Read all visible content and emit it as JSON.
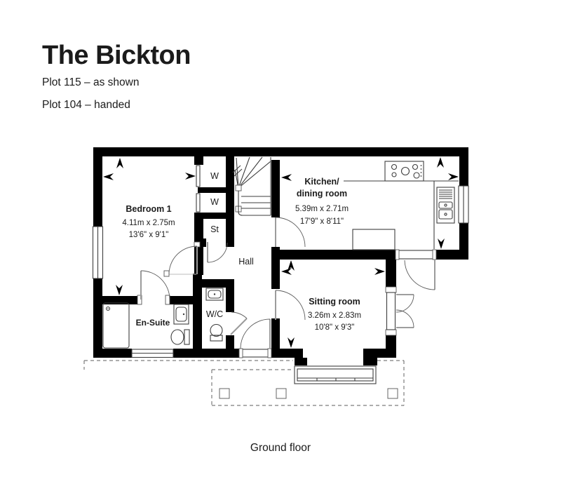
{
  "header": {
    "title": "The Bickton",
    "plots": [
      "Plot 115 – as shown",
      "Plot 104 – handed"
    ]
  },
  "caption": "Ground floor",
  "rooms": {
    "bedroom1": {
      "name": "Bedroom 1",
      "metric": "4.11m x 2.75m",
      "imperial": "13'6\" x 9'1\""
    },
    "kitchen": {
      "name_line1": "Kitchen/",
      "name_line2": "dining room",
      "metric": "5.39m x 2.71m",
      "imperial": "17'9\" x 8'11\""
    },
    "sitting_room": {
      "name": "Sitting room",
      "metric": "3.26m x 2.83m",
      "imperial": "10'8\" x 9'3\""
    },
    "en_suite": {
      "name": "En-Suite"
    },
    "wc": {
      "name": "W/C"
    },
    "hall": {
      "name": "Hall"
    },
    "store": {
      "name": "St"
    },
    "wardrobe_1": {
      "name": "W"
    },
    "wardrobe_2": {
      "name": "W"
    }
  },
  "colors": {
    "accent_green": "#7cbe5e",
    "ink": "#1b1b1b",
    "wall": "#000000"
  }
}
